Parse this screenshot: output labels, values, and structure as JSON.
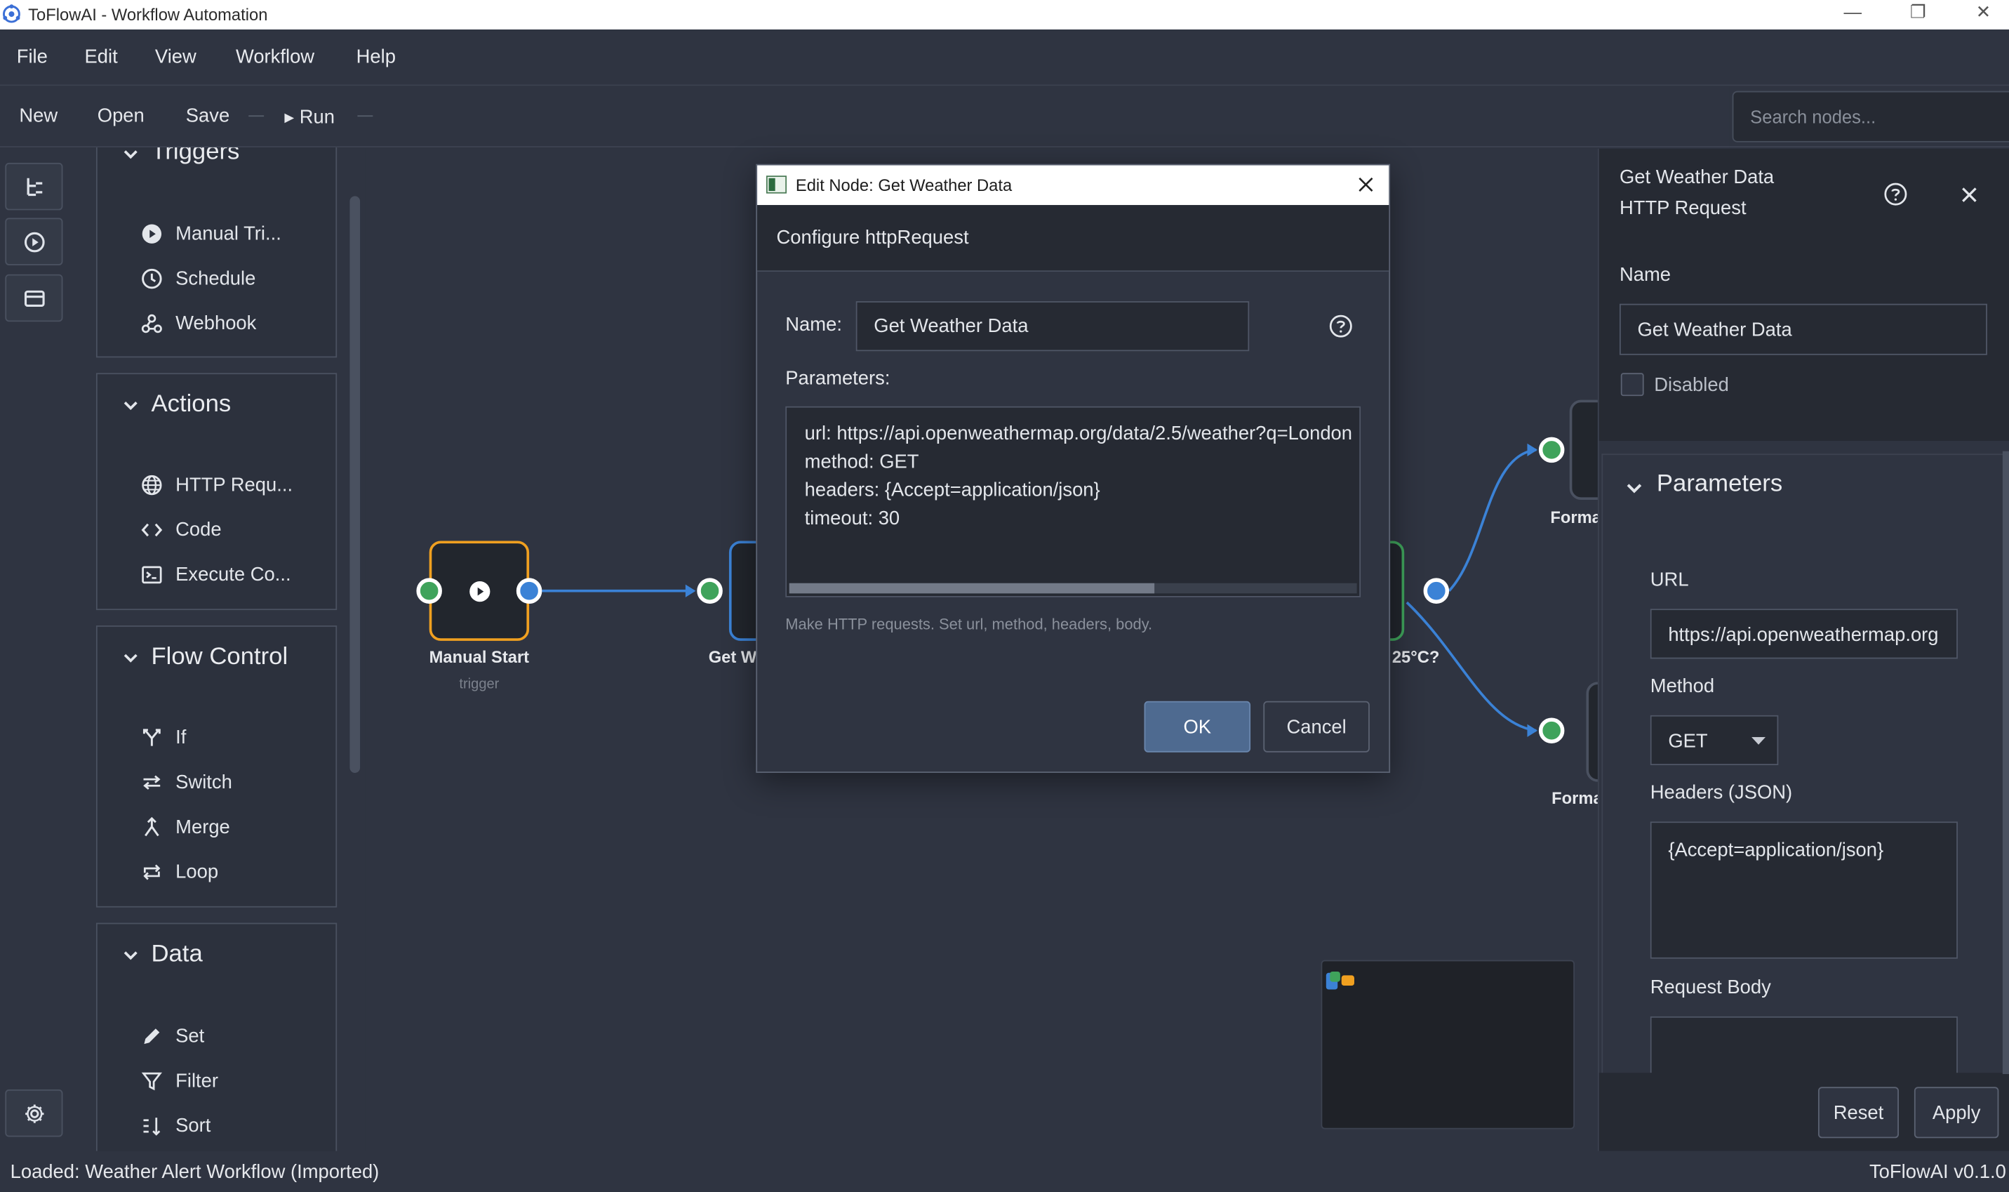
{
  "window": {
    "title": "ToFlowAI - Workflow Automation",
    "minimize": "—",
    "maximize": "❐",
    "close": "✕"
  },
  "menu": [
    "File",
    "Edit",
    "View",
    "Workflow",
    "Help"
  ],
  "toolbar": {
    "new": "New",
    "open": "Open",
    "save": "Save",
    "run": "▸ Run",
    "search_placeholder": "Search nodes..."
  },
  "palette": {
    "triggers": {
      "title": "Triggers",
      "items": [
        "Manual Tri...",
        "Schedule",
        "Webhook"
      ]
    },
    "actions": {
      "title": "Actions",
      "items": [
        "HTTP Requ...",
        "Code",
        "Execute Co..."
      ]
    },
    "flow": {
      "title": "Flow Control",
      "items": [
        "If",
        "Switch",
        "Merge",
        "Loop"
      ]
    },
    "data": {
      "title": "Data",
      "items": [
        "Set",
        "Filter",
        "Sort"
      ]
    }
  },
  "canvas": {
    "node1": {
      "label": "Manual Start",
      "sub": "trigger"
    },
    "node2": {
      "label": "Get W"
    },
    "node3": {
      "label": "25°C?"
    },
    "node4": {
      "label": "Forma"
    },
    "node5": {
      "label": "Forma"
    }
  },
  "dialog": {
    "title": "Edit Node: Get Weather Data",
    "header": "Configure httpRequest",
    "name_label": "Name:",
    "name_value": "Get Weather Data",
    "params_label": "Parameters:",
    "params_lines": [
      "url: https://api.openweathermap.org/data/2.5/weather?q=London",
      "method: GET",
      "headers: {Accept=application/json}",
      "timeout: 30"
    ],
    "hint": "Make HTTP requests. Set url, method, headers, body.",
    "ok": "OK",
    "cancel": "Cancel"
  },
  "properties": {
    "title": "Get Weather Data",
    "subtitle": "HTTP Request",
    "name_label": "Name",
    "name_value": "Get Weather Data",
    "disabled_label": "Disabled",
    "disabled_checked": false,
    "params_title": "Parameters",
    "url_label": "URL",
    "url_value": "https://api.openweathermap.org",
    "method_label": "Method",
    "method_value": "GET",
    "headers_label": "Headers (JSON)",
    "headers_value": "{Accept=application/json}",
    "body_label": "Request Body",
    "reset": "Reset",
    "apply": "Apply"
  },
  "status": {
    "left": "Loaded: Weather Alert Workflow (Imported)",
    "right": "ToFlowAI v0.1.0"
  },
  "colors": {
    "background": "#2f3441",
    "panel_dark": "#262a33",
    "node_body": "#22262d",
    "trigger_border": "#f0a020",
    "selected_border": "#3b82d6",
    "port_in": "#3fa35b",
    "port_out": "#3b82d6",
    "edge": "#3b82d6",
    "ok_button": "#4e6a90"
  },
  "icons": {
    "tree": "tree-structure-icon",
    "run": "play-circle-icon",
    "panel": "card-icon",
    "settings": "gear-icon",
    "help": "question-circle-icon",
    "close": "close-icon"
  }
}
